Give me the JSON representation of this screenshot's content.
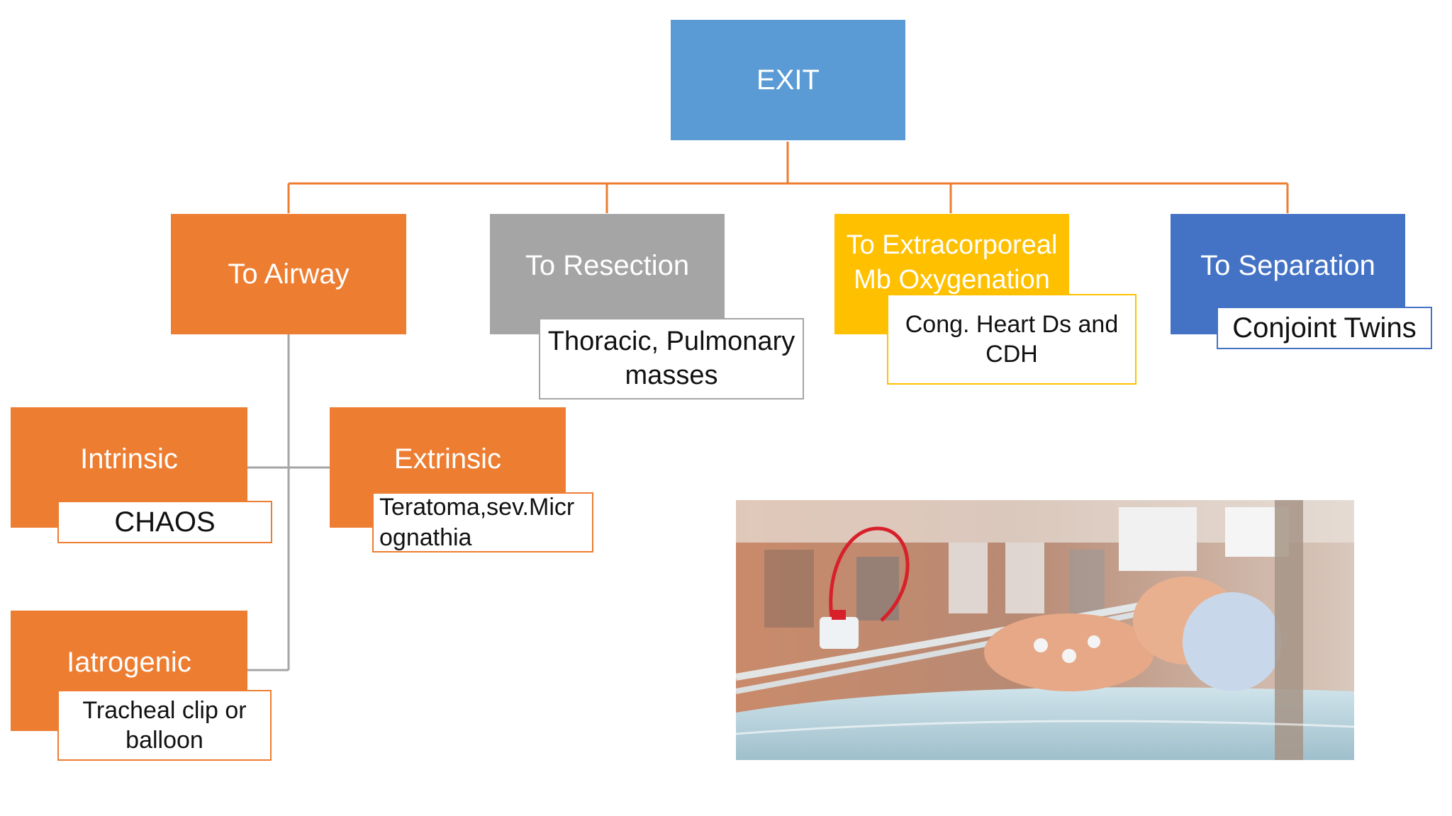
{
  "colors": {
    "root": "#5b9bd5",
    "orange": "#ed7d31",
    "gray": "#a5a5a5",
    "gold": "#ffc000",
    "blue": "#4472c4",
    "connector_top": "#ed7d31",
    "connector_sub": "#a5a5a5"
  },
  "root": {
    "label": "EXIT"
  },
  "branches": {
    "airway": {
      "label": "To Airway"
    },
    "resection": {
      "label": "To Resection",
      "note": "Thoracic, Pulmonary masses"
    },
    "ecmo": {
      "label": "To Extracorporeal Mb Oxygenation",
      "note": "Cong. Heart Ds and CDH"
    },
    "separation": {
      "label": "To Separation",
      "note": "Conjoint Twins"
    }
  },
  "airway_children": {
    "intrinsic": {
      "label": "Intrinsic",
      "note": "CHAOS"
    },
    "extrinsic": {
      "label": "Extrinsic",
      "note": "Teratoma,sev.Micrognathia"
    },
    "iatrogenic": {
      "label": "Iatrogenic",
      "note": "Tracheal clip or balloon"
    }
  },
  "photo": {
    "subject": "neonate-on-ecmo-circuit"
  }
}
